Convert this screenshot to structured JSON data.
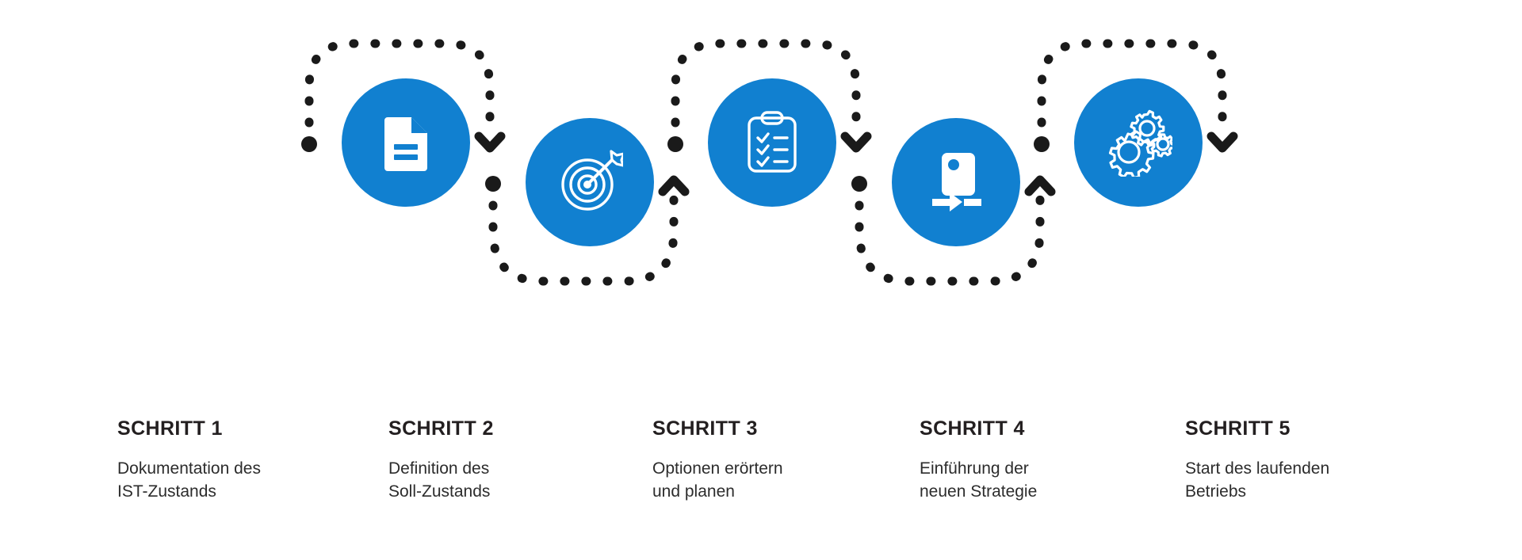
{
  "theme": {
    "accent_color": "#1180d0",
    "connector_color": "#1a1a1a",
    "title_color": "#231f20",
    "text_color": "#2c2c2c",
    "background_color": "#ffffff"
  },
  "diagram": {
    "type": "process-flow",
    "orientation": "horizontal",
    "step_count": 5,
    "steps": [
      {
        "index": 1,
        "title": "SCHRITT 1",
        "desc_line1": "Dokumentation des",
        "desc_line2": "IST-Zustands",
        "icon": "document-icon",
        "position": "up"
      },
      {
        "index": 2,
        "title": "SCHRITT 2",
        "desc_line1": "Definition des",
        "desc_line2": "Soll-Zustands",
        "icon": "target-arrow-icon",
        "position": "down"
      },
      {
        "index": 3,
        "title": "SCHRITT 3",
        "desc_line1": "Optionen erörtern",
        "desc_line2": "und planen",
        "icon": "clipboard-checklist-icon",
        "position": "up"
      },
      {
        "index": 4,
        "title": "SCHRITT 4",
        "desc_line1": "Einführung der",
        "desc_line2": "neuen Strategie",
        "icon": "device-transfer-icon",
        "position": "down"
      },
      {
        "index": 5,
        "title": "SCHRITT 5",
        "desc_line1": "Start des laufenden",
        "desc_line2": "Betriebs",
        "icon": "gears-icon",
        "position": "up"
      }
    ],
    "connectors": [
      {
        "from": 0,
        "to": 1,
        "shape": "arc-over",
        "end_marker": "chevron-down-icon",
        "start_marker": "dot-marker"
      },
      {
        "from": 1,
        "to": 2,
        "shape": "arc-under",
        "end_marker": "chevron-up-icon",
        "start_marker": "dot-marker"
      },
      {
        "from": 2,
        "to": 3,
        "shape": "arc-over",
        "end_marker": "chevron-down-icon",
        "start_marker": "dot-marker"
      },
      {
        "from": 3,
        "to": 4,
        "shape": "arc-under",
        "end_marker": "chevron-up-icon",
        "start_marker": "dot-marker"
      },
      {
        "from": 4,
        "to": 5,
        "shape": "arc-over",
        "end_marker": "chevron-down-icon",
        "start_marker": "dot-marker"
      }
    ]
  }
}
